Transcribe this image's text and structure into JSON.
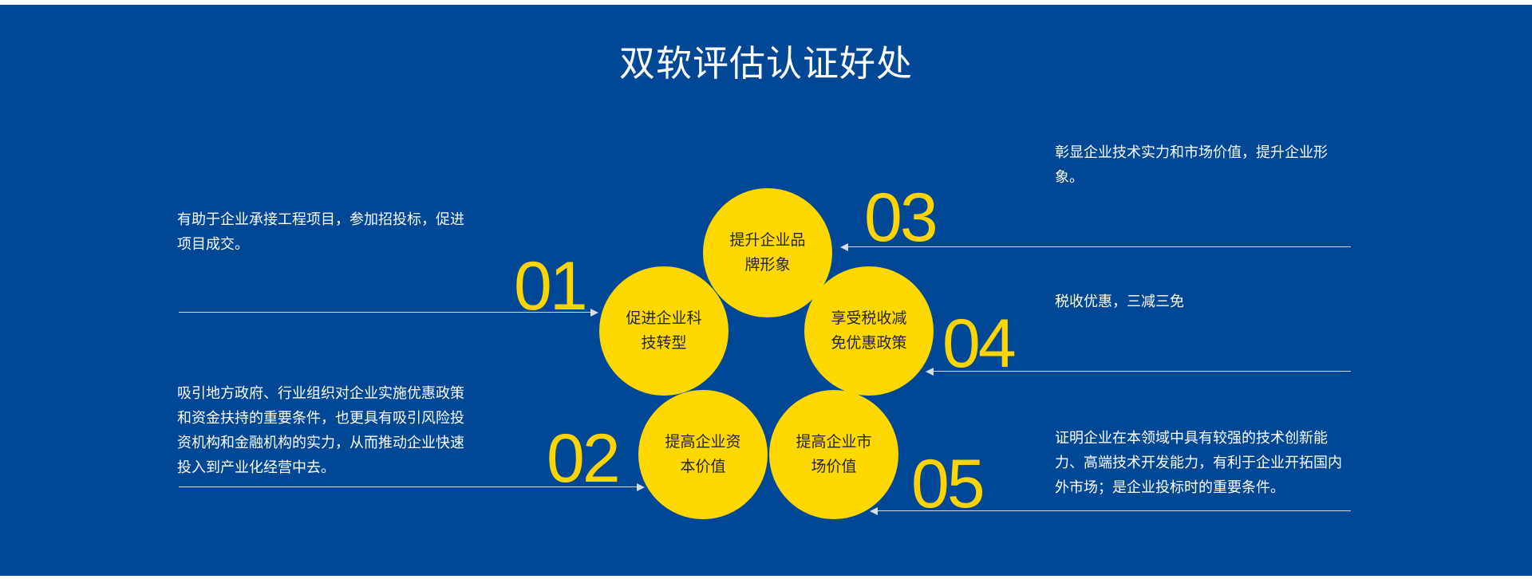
{
  "title": "双软评估认证好处",
  "colors": {
    "background": "#004896",
    "circle": "#ffd800",
    "number": "#ffd400",
    "line": "#d7dde8"
  },
  "benefits": [
    {
      "number": "01",
      "circle_label": "促进企业科技转型",
      "description": "有助于企业承接工程项目，参加招投标，促进项目成交。"
    },
    {
      "number": "02",
      "circle_label": "提高企业资本价值",
      "description": "吸引地方政府、行业组织对企业实施优惠政策和资金扶持的重要条件，也更具有吸引风险投资机构和金融机构的实力，从而推动企业快速投入到产业化经营中去。"
    },
    {
      "number": "03",
      "circle_label": "提升企业品牌形象",
      "description": "彰显企业技术实力和市场价值，提升企业形象。"
    },
    {
      "number": "04",
      "circle_label": "享受税收减免优惠政策",
      "description": "税收优惠，三减三免"
    },
    {
      "number": "05",
      "circle_label": "提高企业市场价值",
      "description": "证明企业在本领域中具有较强的技术创新能力、高端技术开发能力，有利于企业开拓国内外市场；是企业投标时的重要条件。"
    }
  ]
}
